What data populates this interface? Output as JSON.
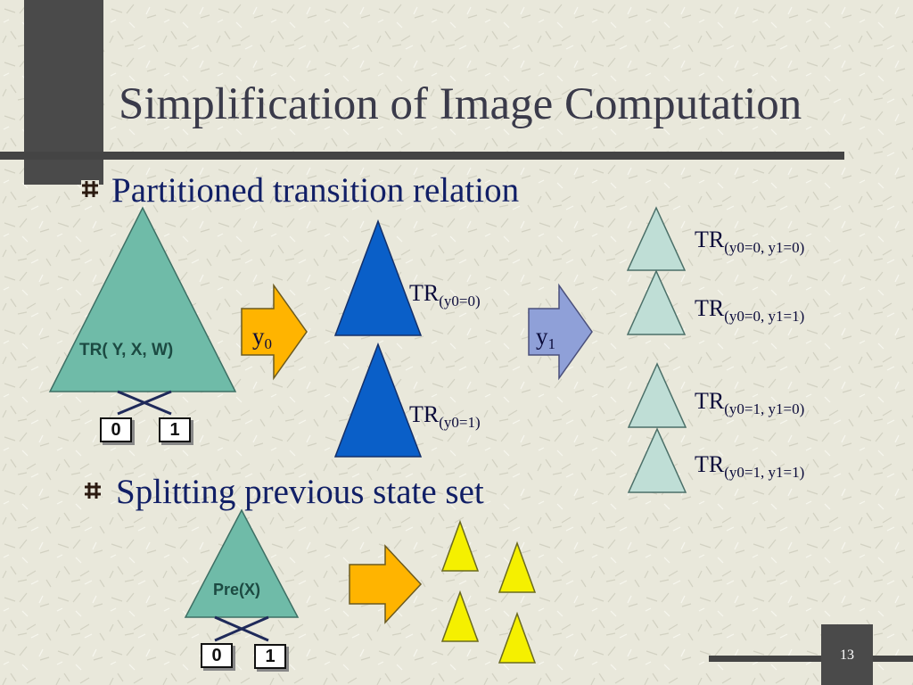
{
  "slide": {
    "title": "Simplification of Image Computation",
    "page_number": "13"
  },
  "bullets": [
    {
      "text": "Partitioned transition relation"
    },
    {
      "text": "Splitting previous state set"
    }
  ],
  "section1": {
    "big_triangle_label": "TR( Y, X, W)",
    "box_0": "0",
    "box_1": "1",
    "arrow_y0": {
      "var": "y",
      "sub": "0"
    },
    "arrow_y1": {
      "var": "y",
      "sub": "1"
    },
    "tr_y0_0": {
      "main": "TR",
      "sub": "(y0=0)"
    },
    "tr_y0_1": {
      "main": "TR",
      "sub": "(y0=1)"
    },
    "tr_00": {
      "main": "TR",
      "sub": "(y0=0, y1=0)"
    },
    "tr_01": {
      "main": "TR",
      "sub": "(y0=0, y1=1)"
    },
    "tr_10": {
      "main": "TR",
      "sub": "(y0=1, y1=0)"
    },
    "tr_11": {
      "main": "TR",
      "sub": "(y0=1, y1=1)"
    }
  },
  "section2": {
    "triangle_label": "Pre(X)",
    "box_0": "0",
    "box_1": "1"
  },
  "colors": {
    "teal": "#6fbba8",
    "blue": "#0a5fc8",
    "pale_teal": "#bfded6",
    "orange": "#ffb400",
    "lavender": "#8fa0d8",
    "yellow": "#f5f000"
  }
}
